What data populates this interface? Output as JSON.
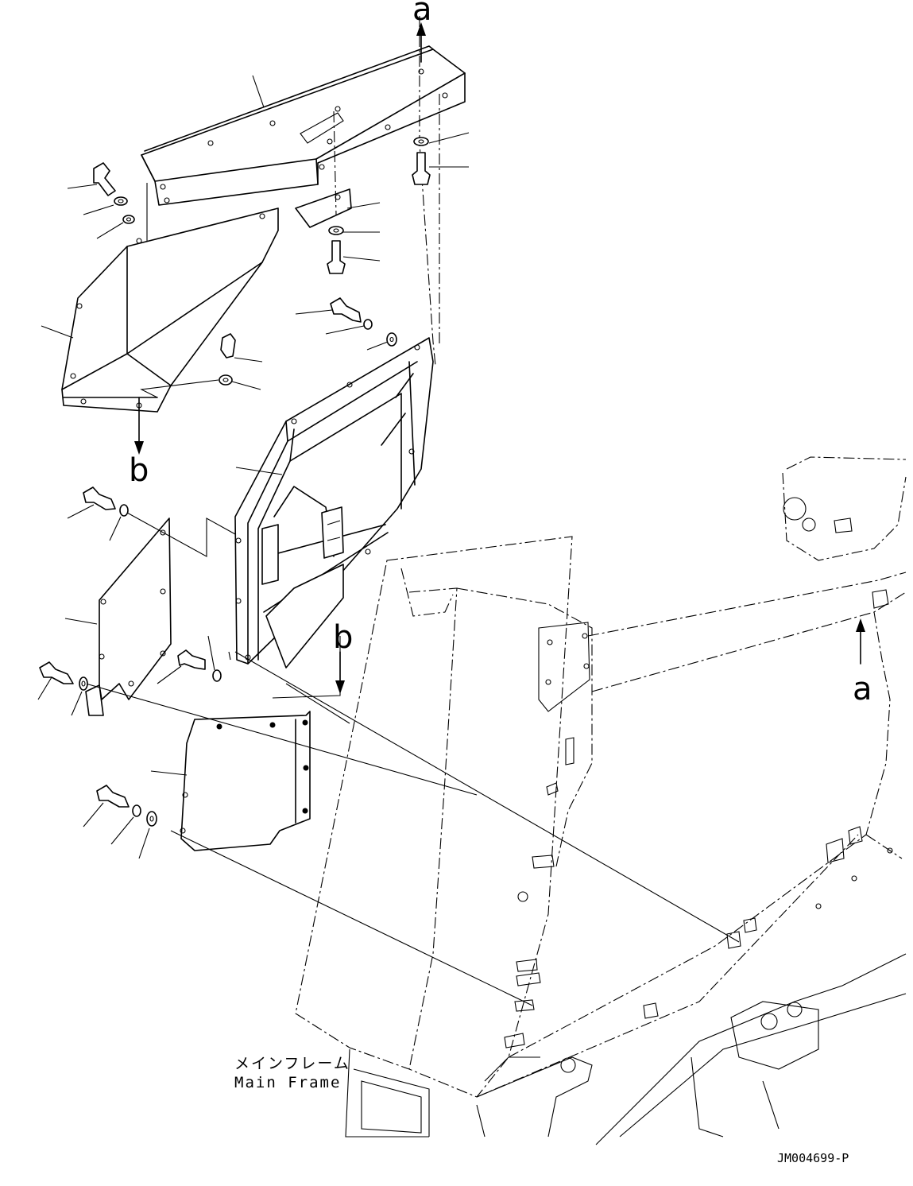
{
  "labels": {
    "a_top": "a",
    "a_right": "a",
    "b_left": "b",
    "b_mid": "b"
  },
  "main_frame": {
    "japanese": "メインフレーム",
    "english": "Main Frame"
  },
  "drawing_code": "JM004699-P"
}
